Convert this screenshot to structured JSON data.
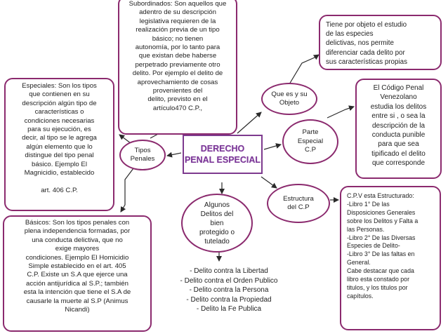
{
  "center": {
    "title": "DERECHO\nPENAL ESPECIAL"
  },
  "nodes": {
    "subordinados": "Subordinados: Son aquellos que\nadentro de su descripción\nlegislativa requieren de la\nrealización previa de un tipo\nbásico; no tienen\nautonomía, por lo tanto para\nque existan debe haberse\nperpetrado previamente otro\ndelito.  Por ejemplo el delito de\naprovechamiento de  cosas\nprovenientes del\ndelito, previsto en el\nartículo470 C.P.,",
    "especiales": "Especiales: Son los tipos\nque contienen en su\ndescripción algún tipo de\ncaracterísticas o\ncondiciones necesarias\npara su ejecución, es\ndecir, al tipo  se le agrega\nalgún elemento que lo\ndistingue  del tipo penal\nbásico.    Ejemplo El\nMagnicidio, establecido\n\nart. 406 C.P.",
    "basicos": "Básicos:  Son los tipos penales con\nplena independencia formadas, por\nuna conducta delictiva, que no\nexige mayores\ncondiciones.  Ejemplo El Homicidio\nSimple establecido en el art. 405\nC.P. Existe un S.A que ejerce una\nacción antijurídica al S.P.; también\nesta la intención que tiene el S.A de\ncausarle la muerte al S.P (Animus\nNicandi)",
    "tipos_penales": "Tipos\nPenales",
    "que_es": "Que es y su\nObjeto",
    "objeto": "Tiene por objeto el estudio\nde las especies\ndelictivas, nos permite\ndiferenciar cada delito por\nsus características propias",
    "parte_especial": "Parte\nEspecial\nC.P",
    "codigo": "El Código Penal\nVenezolano\nestudia los delitos\nentre si ,  o sea la\ndescripción de la\nconducta punible\npara que sea\ntipificado el delito\nque corresponde",
    "estructura": "Estructura\ndel C.P",
    "estructura_detalle": "C.P.V esta Estructurado:\n-Libro 1° De las\nDisposiciones Generales\nsobre los Delitos y Falta a\nlas Personas.\n-Libro 2° De las Diversas\nEspecies de Delito-\n-Libro 3° De las faltas en\nGeneral.\nCabe destacar que cada\nlibro esta constado por\ntitulos, y los titulos por\ncapítulos.",
    "algunos": "Algunos\nDelitos del\nbien\nprotegido o\ntutelado",
    "delitos_lista": "- Delito contra la Libertad\n- Delito contra el Orden Publico\n- Delito contra la Persona\n- Delito contra la Propiedad\n- Delito la Fe Publica"
  },
  "colors": {
    "border": "#8b2a6e",
    "center_text": "#7b3797",
    "center_border": "#7d3a8e",
    "arrow": "#2a2a2a"
  }
}
